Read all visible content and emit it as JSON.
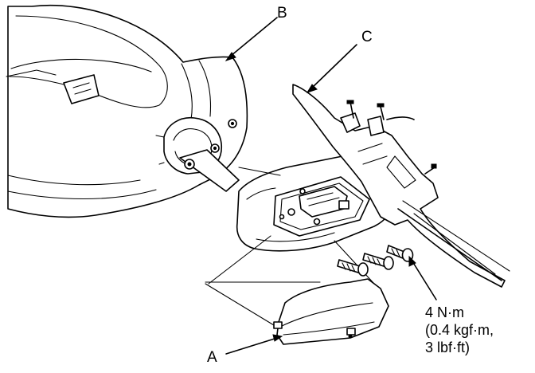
{
  "diagram": {
    "labels": {
      "a": "A",
      "b": "B",
      "c": "C"
    },
    "torque_spec": {
      "line1": "4 N·m",
      "line2": "(0.4 kgf·m,",
      "line3": "3 lbf·ft)"
    }
  },
  "colors": {
    "ink": "#000000",
    "paper": "#ffffff"
  }
}
